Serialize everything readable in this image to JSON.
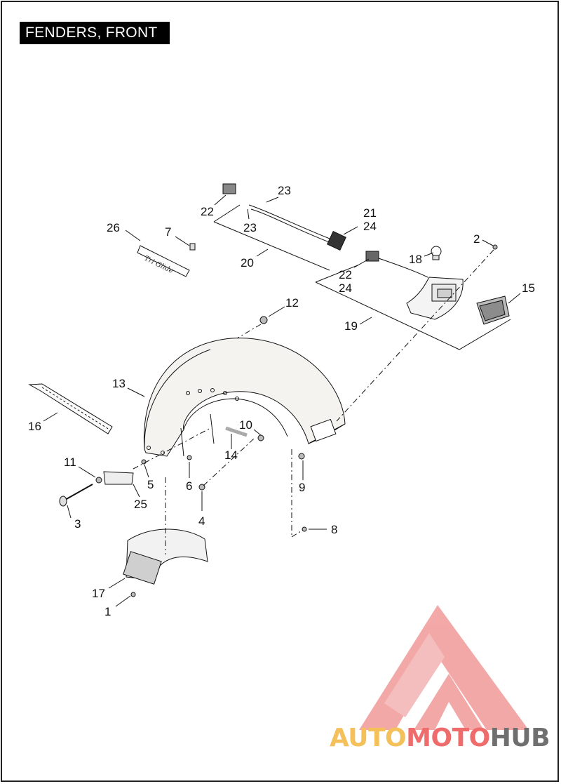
{
  "title": "FENDERS, FRONT",
  "callouts": [
    "1",
    "2",
    "3",
    "4",
    "5",
    "6",
    "7",
    "8",
    "9",
    "10",
    "11",
    "12",
    "13",
    "14",
    "15",
    "16",
    "17",
    "18",
    "19",
    "20",
    "21",
    "22",
    "23",
    "24",
    "25",
    "26"
  ],
  "badge_script": "Tri Glide",
  "watermark": {
    "part1": "AUTO",
    "part2": "MOTO",
    "part3": "HUB",
    "colors": {
      "auto": "#f3c05a",
      "moto": "#ee6c6c",
      "hub": "#6f6f6f",
      "triangle": "#f29a9a"
    }
  }
}
